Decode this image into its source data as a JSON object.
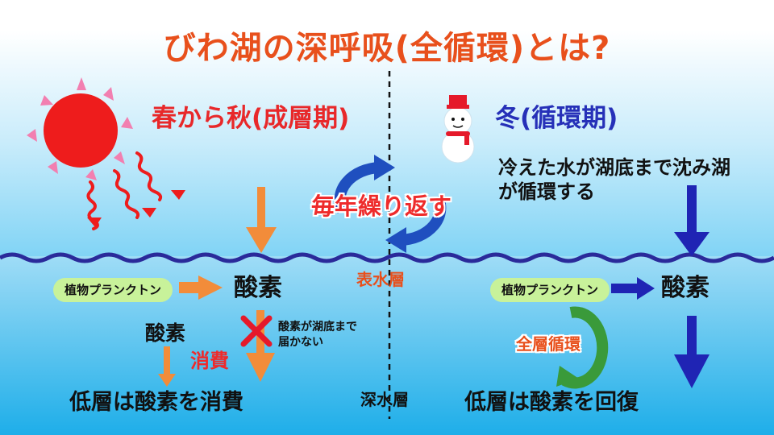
{
  "title": "びわ湖の深呼吸(全循環)とは?",
  "left": {
    "season": "春から秋(成層期)",
    "plankton": "植物プランクトン",
    "oxygen": "酸素",
    "oxygen_small": "酸素",
    "consume": "消費",
    "note": "酸素が湖底まで届かない",
    "bottom": "低層は酸素を消費"
  },
  "right": {
    "season": "冬(循環期)",
    "description": "冷えた水が湖底まで沈み湖が循環する",
    "plankton": "植物プランクトン",
    "oxygen": "酸素",
    "whole_circulation": "全層循環",
    "bottom": "低層は酸素を回復"
  },
  "center": {
    "repeat": "毎年繰り返す",
    "surface_layer": "表水層",
    "deep_layer": "深水層"
  },
  "colors": {
    "title": "#e8501c",
    "red": "#ee2b2b",
    "blue": "#2630b8",
    "orange_arrow": "#f28c3a",
    "navy_arrow": "#1f24b4",
    "green_loop": "#3a9a3a",
    "pill": "#c8f29a",
    "wave": "#2a2a9a"
  },
  "icons": [
    "sun-icon",
    "heat-ray-icon",
    "snowman-icon",
    "cycle-arrows-icon",
    "cross-mark-icon",
    "loop-arrow-icon"
  ]
}
